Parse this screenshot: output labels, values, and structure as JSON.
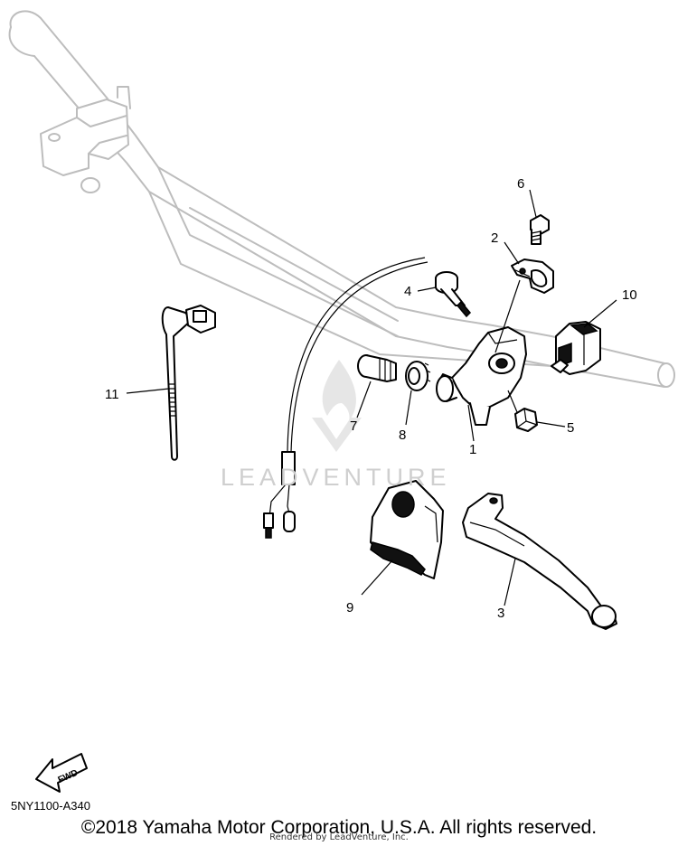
{
  "diagram": {
    "part_callouts": [
      {
        "id": "p1",
        "label": "1"
      },
      {
        "id": "p2",
        "label": "2"
      },
      {
        "id": "p3",
        "label": "3"
      },
      {
        "id": "p4",
        "label": "4"
      },
      {
        "id": "p5",
        "label": "5"
      },
      {
        "id": "p6",
        "label": "6"
      },
      {
        "id": "p7",
        "label": "7"
      },
      {
        "id": "p8",
        "label": "8"
      },
      {
        "id": "p9",
        "label": "9"
      },
      {
        "id": "p10",
        "label": "10"
      },
      {
        "id": "p11",
        "label": "11"
      }
    ],
    "direction_label": "FWD",
    "diagram_code": "5NY1100-A340",
    "watermark": "LEADVENTURE",
    "copyright": "©2018 Yamaha Motor Corporation, U.S.A. All rights reserved.",
    "rendered_by": "Rendered by LeadVenture, Inc."
  },
  "colors": {
    "ghost_line": "#bdbdbd",
    "part_line": "#000000",
    "watermark": "#cfcfcf"
  }
}
